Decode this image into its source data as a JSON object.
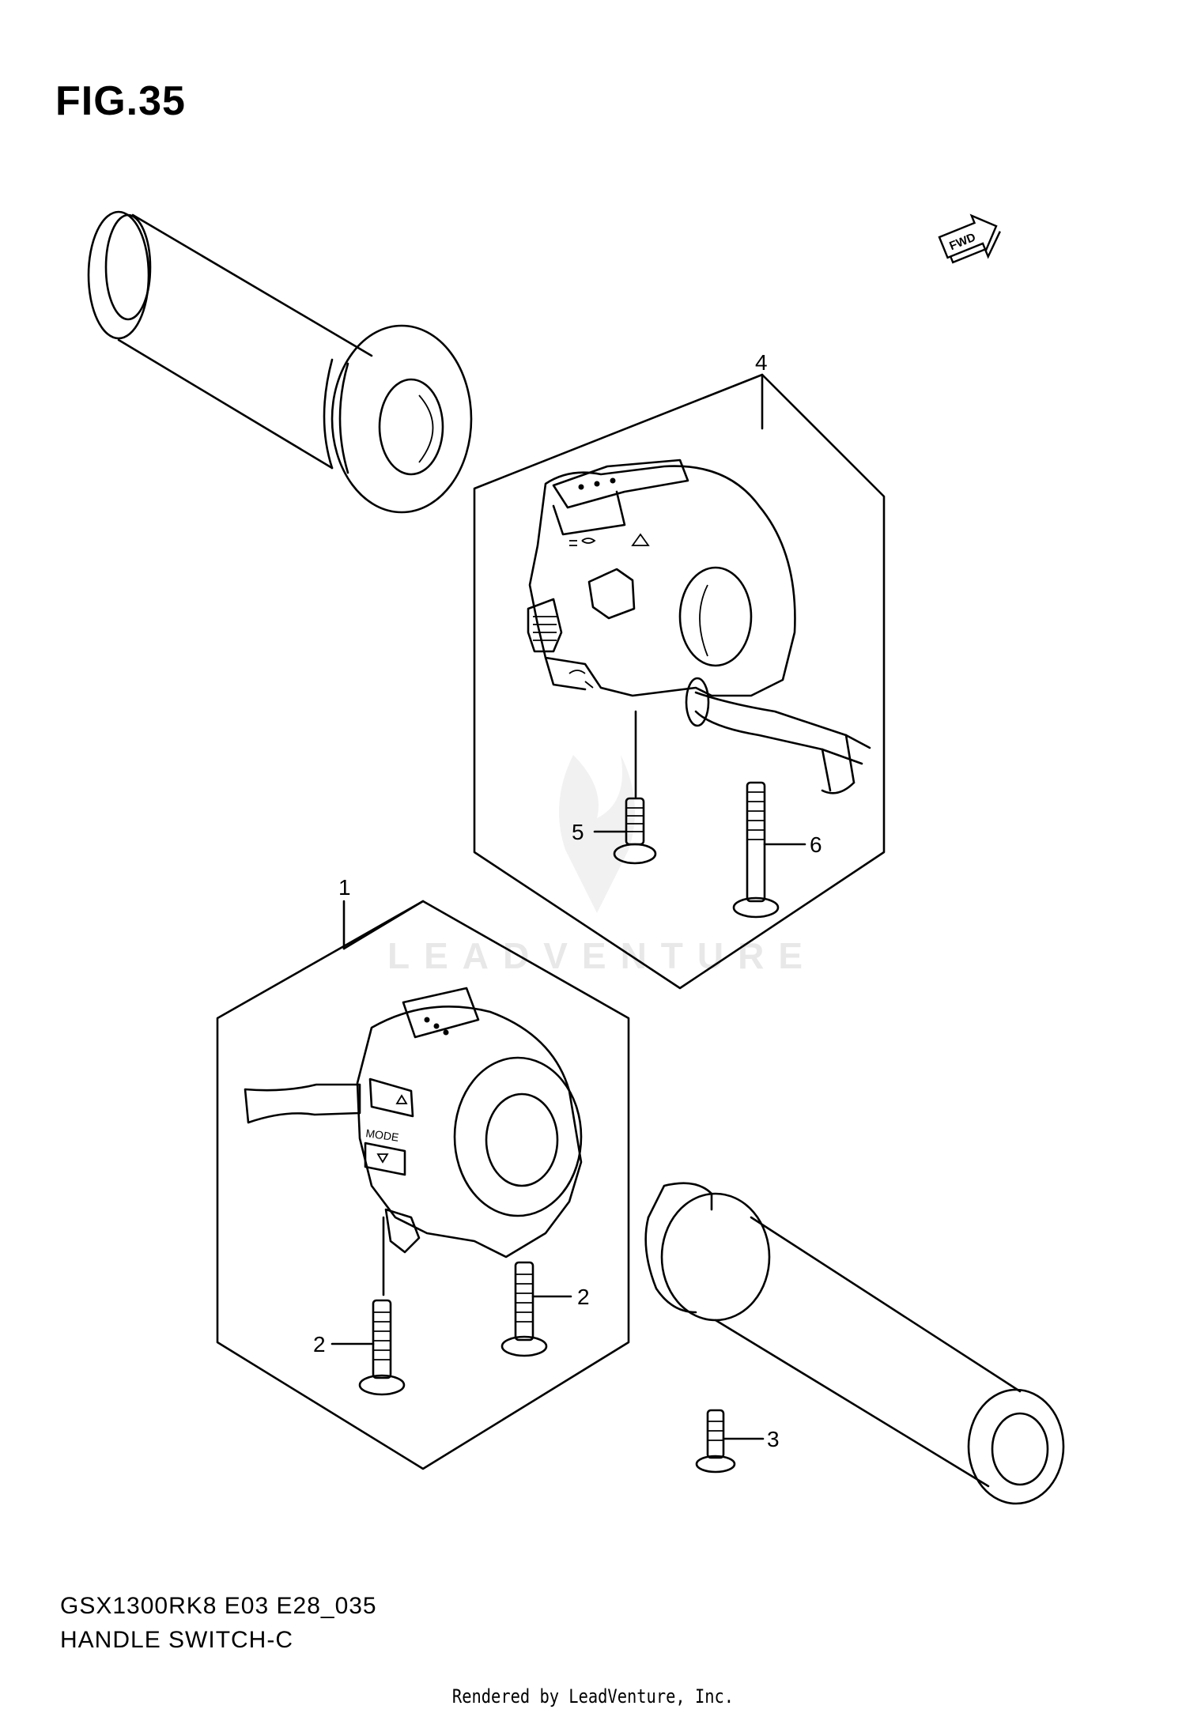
{
  "figure": {
    "title": "FIG.35"
  },
  "fwd_badge": "FWD",
  "watermark": "LEADVENTURE",
  "callouts": [
    "4",
    "5",
    "6",
    "1",
    "2",
    "2",
    "3"
  ],
  "footer": {
    "model_code": "GSX1300RK8 E03 E28_035",
    "part_name": "HANDLE SWITCH-C",
    "rendered_by": "Rendered by LeadVenture, Inc."
  },
  "switch_labels": {
    "mode": "MODE"
  }
}
